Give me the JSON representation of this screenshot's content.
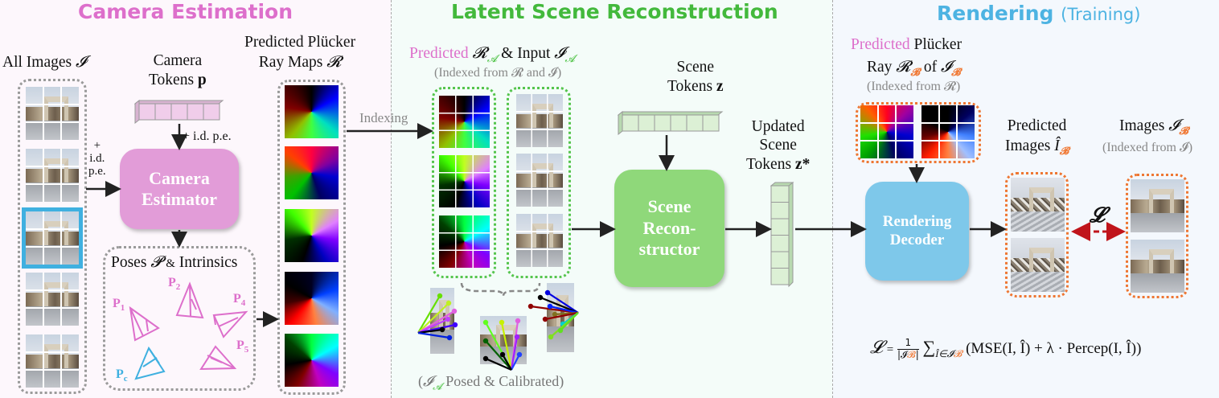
{
  "sections": {
    "camera_estimation": {
      "title": "Camera Estimation",
      "color": "#dd6fcb"
    },
    "latent_scene_reconstruction": {
      "title": "Latent Scene Reconstruction",
      "color": "#43b93c"
    },
    "rendering": {
      "title": "Rendering",
      "title_suffix": "(Training)",
      "color": "#4db3e2"
    }
  },
  "camera": {
    "all_images_label": "All Images",
    "all_images_symbol": "𝓘",
    "id_pe_left": [
      "+",
      "i.d.",
      "p.e."
    ],
    "camera_tokens_label_1": "Camera",
    "camera_tokens_label_2": "Tokens",
    "camera_tokens_symbol": "p",
    "id_pe_top": "+ i.d. p.e.",
    "estimator_label_1": "Camera",
    "estimator_label_2": "Estimator",
    "poses_label": "Poses",
    "poses_symbol": "𝓟",
    "poses_amp": "&",
    "intrinsics_label": "Intrinsics",
    "poses": [
      {
        "name": "P",
        "sub": "1",
        "color": "#dd6fcb"
      },
      {
        "name": "P",
        "sub": "2",
        "color": "#dd6fcb"
      },
      {
        "name": "P",
        "sub": "4",
        "color": "#dd6fcb"
      },
      {
        "name": "P",
        "sub": "5",
        "color": "#dd6fcb"
      },
      {
        "name": "P",
        "sub": "c",
        "color": "#3fb0e0"
      }
    ],
    "ray_maps_label_1": "Predicted Plücker",
    "ray_maps_label_2": "Ray Maps",
    "ray_maps_symbol": "𝓡",
    "image_count": 5,
    "highlighted_image_index": 2,
    "ray_map_count": 5
  },
  "latent": {
    "indexing_label": "Indexing",
    "predicted_word": "Predicted",
    "r_symbol": "𝓡",
    "a_sub": "𝓐",
    "input_label": "& Input",
    "i_symbol": "𝓘",
    "indexed_from": "(Indexed from 𝓡 and 𝓘)",
    "scene_tokens_label_1": "Scene",
    "scene_tokens_label_2": "Tokens",
    "scene_tokens_symbol": "z",
    "reconstructor_label_1": "Scene",
    "reconstructor_label_2": "Recon-",
    "reconstructor_label_3": "structor",
    "updated_label_1": "Updated",
    "updated_label_2": "Scene",
    "updated_label_3": "Tokens",
    "updated_symbol": "z*",
    "posed_caption_open": "(",
    "posed_caption_symbol": "𝓘",
    "posed_caption_text": "Posed & Calibrated)"
  },
  "rendering": {
    "predicted_word": "Predicted",
    "plucker_word": "Plücker",
    "ray_word": "Ray",
    "r_symbol": "𝓡",
    "b_sub": "𝓑",
    "of_word": "of",
    "i_symbol": "𝓘",
    "indexed_from_r": "(Indexed from 𝓡)",
    "decoder_label_1": "Rendering",
    "decoder_label_2": "Decoder",
    "pred_images_label_1": "Predicted",
    "pred_images_label_2": "Images",
    "pred_images_symbol": "Î",
    "gt_images_label": "Images",
    "indexed_from_i": "(Indexed from 𝓘)",
    "loss_symbol": "𝓛",
    "loss_color": "#c0141b",
    "formula": {
      "lhs": "𝓛",
      "eq": "=",
      "num": "1",
      "den": "|𝓘",
      "den_sub": "𝓑",
      "den_close": "|",
      "sum": "∑",
      "sum_sub": "Î∈𝓘",
      "sum_sub_b": "𝓑",
      "body": "(MSE(I, Î) + λ · Percep(I, Î))"
    }
  }
}
